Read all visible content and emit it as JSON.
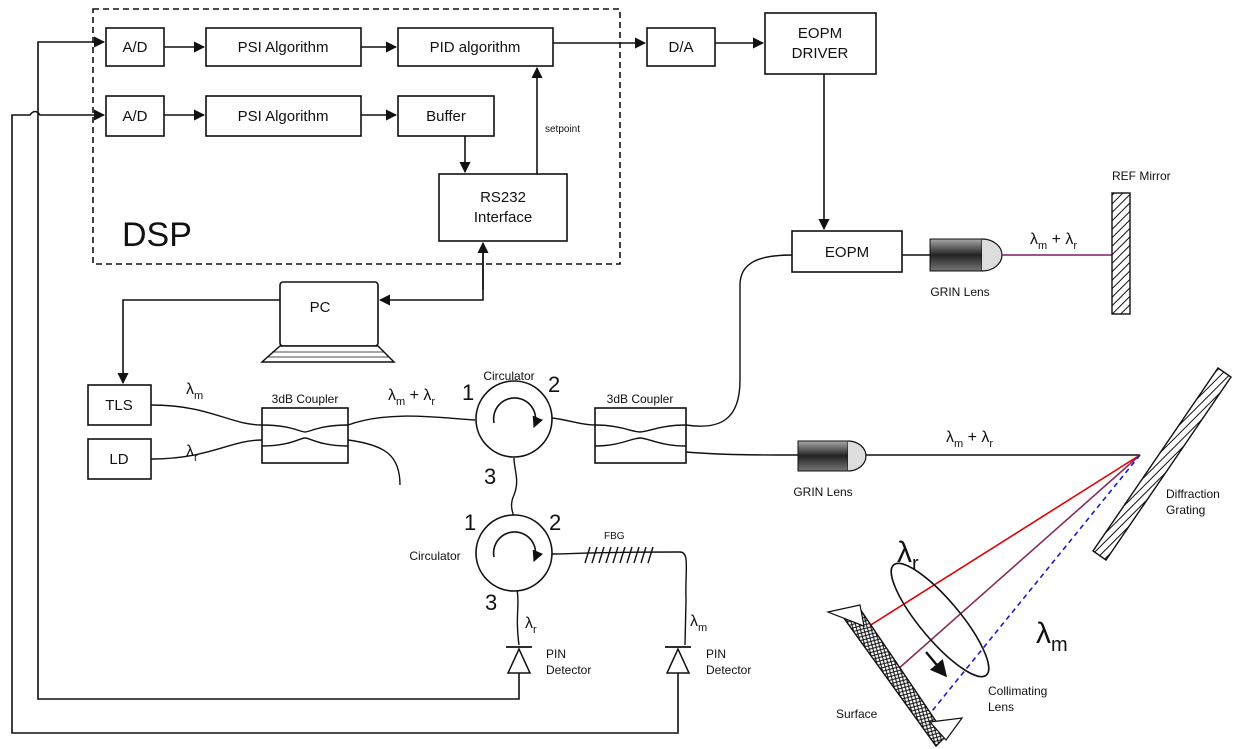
{
  "dsp": {
    "title": "DSP"
  },
  "blocks": {
    "ad1": "A/D",
    "ad2": "A/D",
    "psi1": "PSI Algorithm",
    "psi2": "PSI Algorithm",
    "pid": "PID algorithm",
    "buffer": "Buffer",
    "rs232_line1": "RS232",
    "rs232_line2": "Interface",
    "da": "D/A",
    "eopm_driver_line1": "EOPM",
    "eopm_driver_line2": "DRIVER",
    "eopm": "EOPM",
    "pc": "PC",
    "tls": "TLS",
    "ld": "LD"
  },
  "labels": {
    "setpoint": "setpoint",
    "ref_mirror": "REF Mirror",
    "grin_lens_top": "GRIN Lens",
    "grin_lens_mid": "GRIN Lens",
    "coupler_left": "3dB Coupler",
    "coupler_right": "3dB Coupler",
    "circulator_top": "Circulator",
    "circulator_bottom": "Circulator",
    "fbg": "FBG",
    "pin_left_line1": "PIN",
    "pin_left_line2": "Detector",
    "pin_right_line1": "PIN",
    "pin_right_line2": "Detector",
    "diffraction_line1": "Diffraction",
    "diffraction_line2": "Grating",
    "collimating_line1": "Collimating",
    "collimating_line2": "Lens",
    "surface": "Surface"
  },
  "ports": {
    "c1_p1": "1",
    "c1_p2": "2",
    "c1_p3": "3",
    "c2_p1": "1",
    "c2_p2": "2",
    "c2_p3": "3"
  },
  "wavelengths": {
    "lambda": "λ",
    "sub_m": "m",
    "sub_r": "r",
    "plus": " + "
  },
  "colors": {
    "line": "#111111",
    "ref_beam": "#7a1f6e",
    "red_beam": "#e00000",
    "purple_beam": "#8a2b5c",
    "blue_beam": "#1a1acc"
  }
}
